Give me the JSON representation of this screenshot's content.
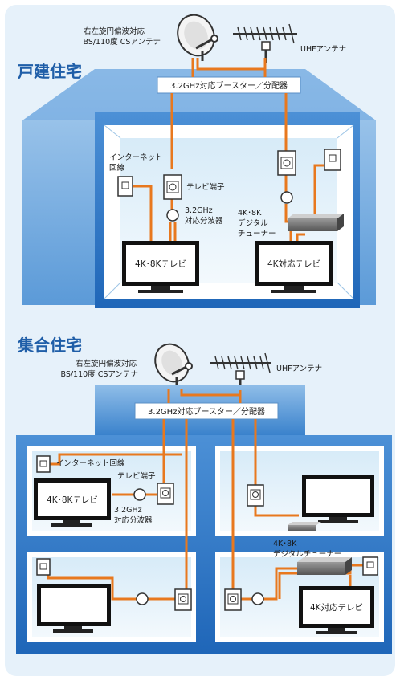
{
  "house": {
    "title": "戸建住宅",
    "bs_antenna_line1": "右左旋円偏波対応",
    "bs_antenna_line2": "BS/110度 CSアンテナ",
    "uhf_antenna": "UHFアンテナ",
    "booster": "3.2GHz対応ブースター／分配器",
    "internet_line1": "インターネット",
    "internet_line2": "回線",
    "tv_outlet": "テレビ端子",
    "splitter_line1": "3.2GHz",
    "splitter_line2": "対応分波器",
    "tuner_line1": "4K･8K",
    "tuner_line2": "デジタル",
    "tuner_line3": "チューナー",
    "tv_8k": "4K･8Kテレビ",
    "tv_4k": "4K対応テレビ"
  },
  "apartment": {
    "title": "集合住宅",
    "bs_antenna_line1": "右左旋円偏波対応",
    "bs_antenna_line2": "BS/110度 CSアンテナ",
    "uhf_antenna": "UHFアンテナ",
    "booster": "3.2GHz対応ブースター／分配器",
    "internet": "インターネット回線",
    "tv_outlet": "テレビ端子",
    "splitter_line1": "3.2GHz",
    "splitter_line2": "対応分波器",
    "tv_8k": "4K･8Kテレビ",
    "tuner_line1": "4K･8K",
    "tuner_line2": "デジタルチューナー",
    "tv_4k": "4K対応テレビ"
  },
  "colors": {
    "background": "#e6f1fa",
    "title_blue": "#1f5ea8",
    "wall_blue": "#2b79c8",
    "cable_orange": "#e8781e"
  }
}
